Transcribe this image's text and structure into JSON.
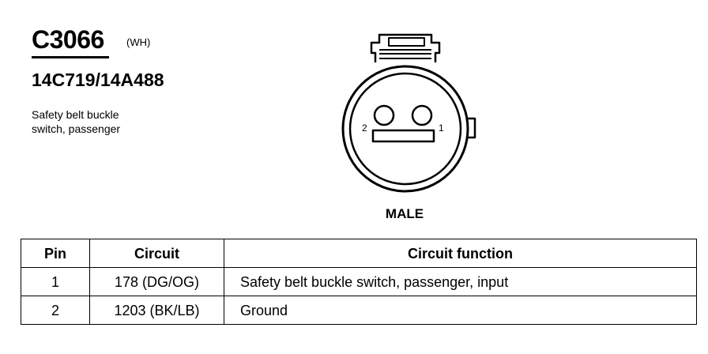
{
  "connector": {
    "id": "C3066",
    "color": "(WH)",
    "part_number": "14C719/14A488",
    "description_lines": [
      "Safety belt buckle",
      "switch, passenger"
    ]
  },
  "diagram": {
    "pin_labels": {
      "left": "2",
      "right": "1"
    },
    "view_label": "MALE"
  },
  "table": {
    "headers": {
      "pin": "Pin",
      "circuit": "Circuit",
      "function": "Circuit function"
    },
    "rows": [
      {
        "pin": "1",
        "circuit": "178 (DG/OG)",
        "function": "Safety belt buckle switch, passenger, input"
      },
      {
        "pin": "2",
        "circuit": "1203 (BK/LB)",
        "function": "Ground"
      }
    ]
  }
}
